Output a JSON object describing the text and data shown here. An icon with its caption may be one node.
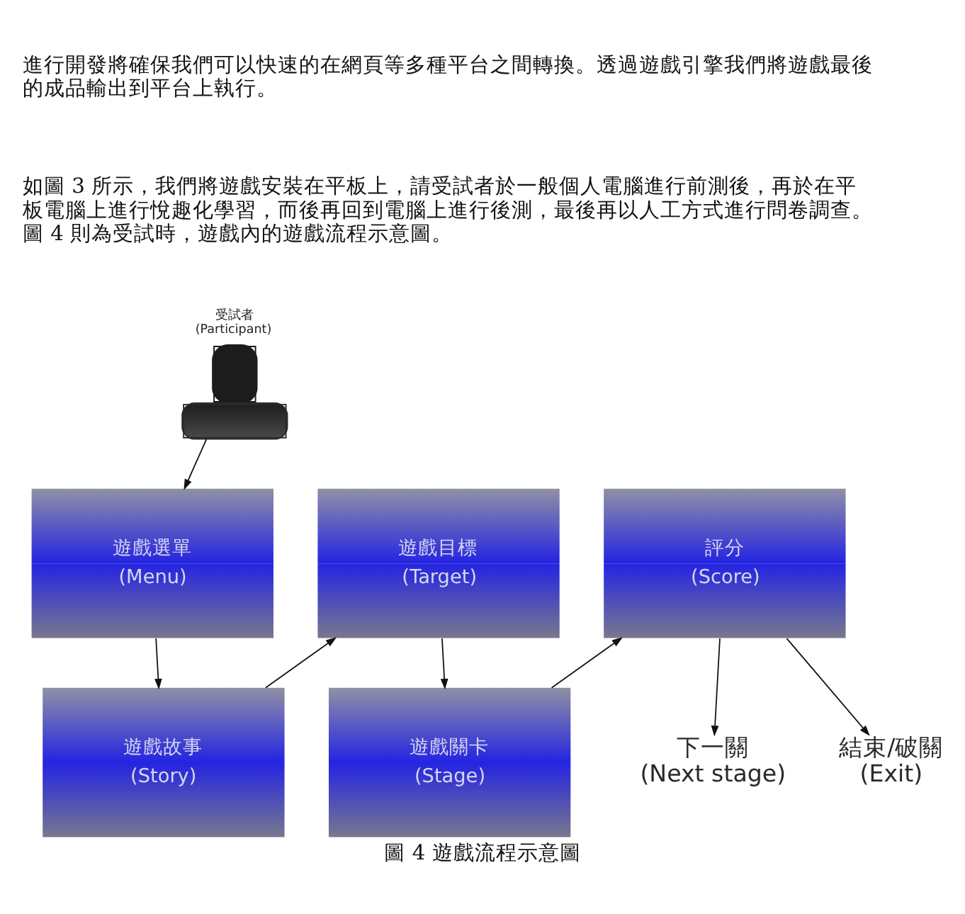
{
  "diagram": {
    "caption": "圖 4 遊戲流程示意圖",
    "nodes": [
      {
        "text": [],
        "shape": "person",
        "beside": [
          "受試者 (Participant)"
        ]
      },
      {
        "text": [
          "遊戲選單 (Menu)"
        ]
      },
      {
        "text": [
          "遊戲故事 (Story)"
        ]
      },
      {
        "text": [
          "遊戲目標 (Target)"
        ]
      },
      {
        "text": [
          "遊戲關卡 (Stage)"
        ]
      },
      {
        "text": [
          "評分 (Score)"
        ]
      },
      {
        "text": [
          "下一關 (Next stage)"
        ]
      },
      {
        "text": [
          "結束/破關 (Exit)"
        ]
      }
    ],
    "edges": [
      {
        "from": 0,
        "to": 1,
        "arrow": "to"
      },
      {
        "from": 1,
        "to": 2,
        "arrow": "to"
      },
      {
        "from": 2,
        "to": 3,
        "arrow": "to"
      },
      {
        "from": 3,
        "to": 4,
        "arrow": "to"
      },
      {
        "from": 4,
        "to": 5,
        "arrow": "to"
      },
      {
        "from": 5,
        "to": 6,
        "arrow": "to"
      },
      {
        "from": 5,
        "to": 7,
        "arrow": "to"
      }
    ],
    "labels": [
      "進行開發將確保我們可以快速的在網頁等多種平台之間轉換。透過遊戲引擎我們將遊戲最後的成品輸出到平台上執行。",
      "如圖 3 所示，我們將遊戲安裝在平板上，請受試者於一般個人電腦進行前測後，再於在平板電腦上進行悅趣化學習，而後再回到電腦上進行後測，最後再以人工方式進行問卷調查。圖 4 則為受試時，遊戲內的遊戲流程示意圖。"
    ]
  }
}
